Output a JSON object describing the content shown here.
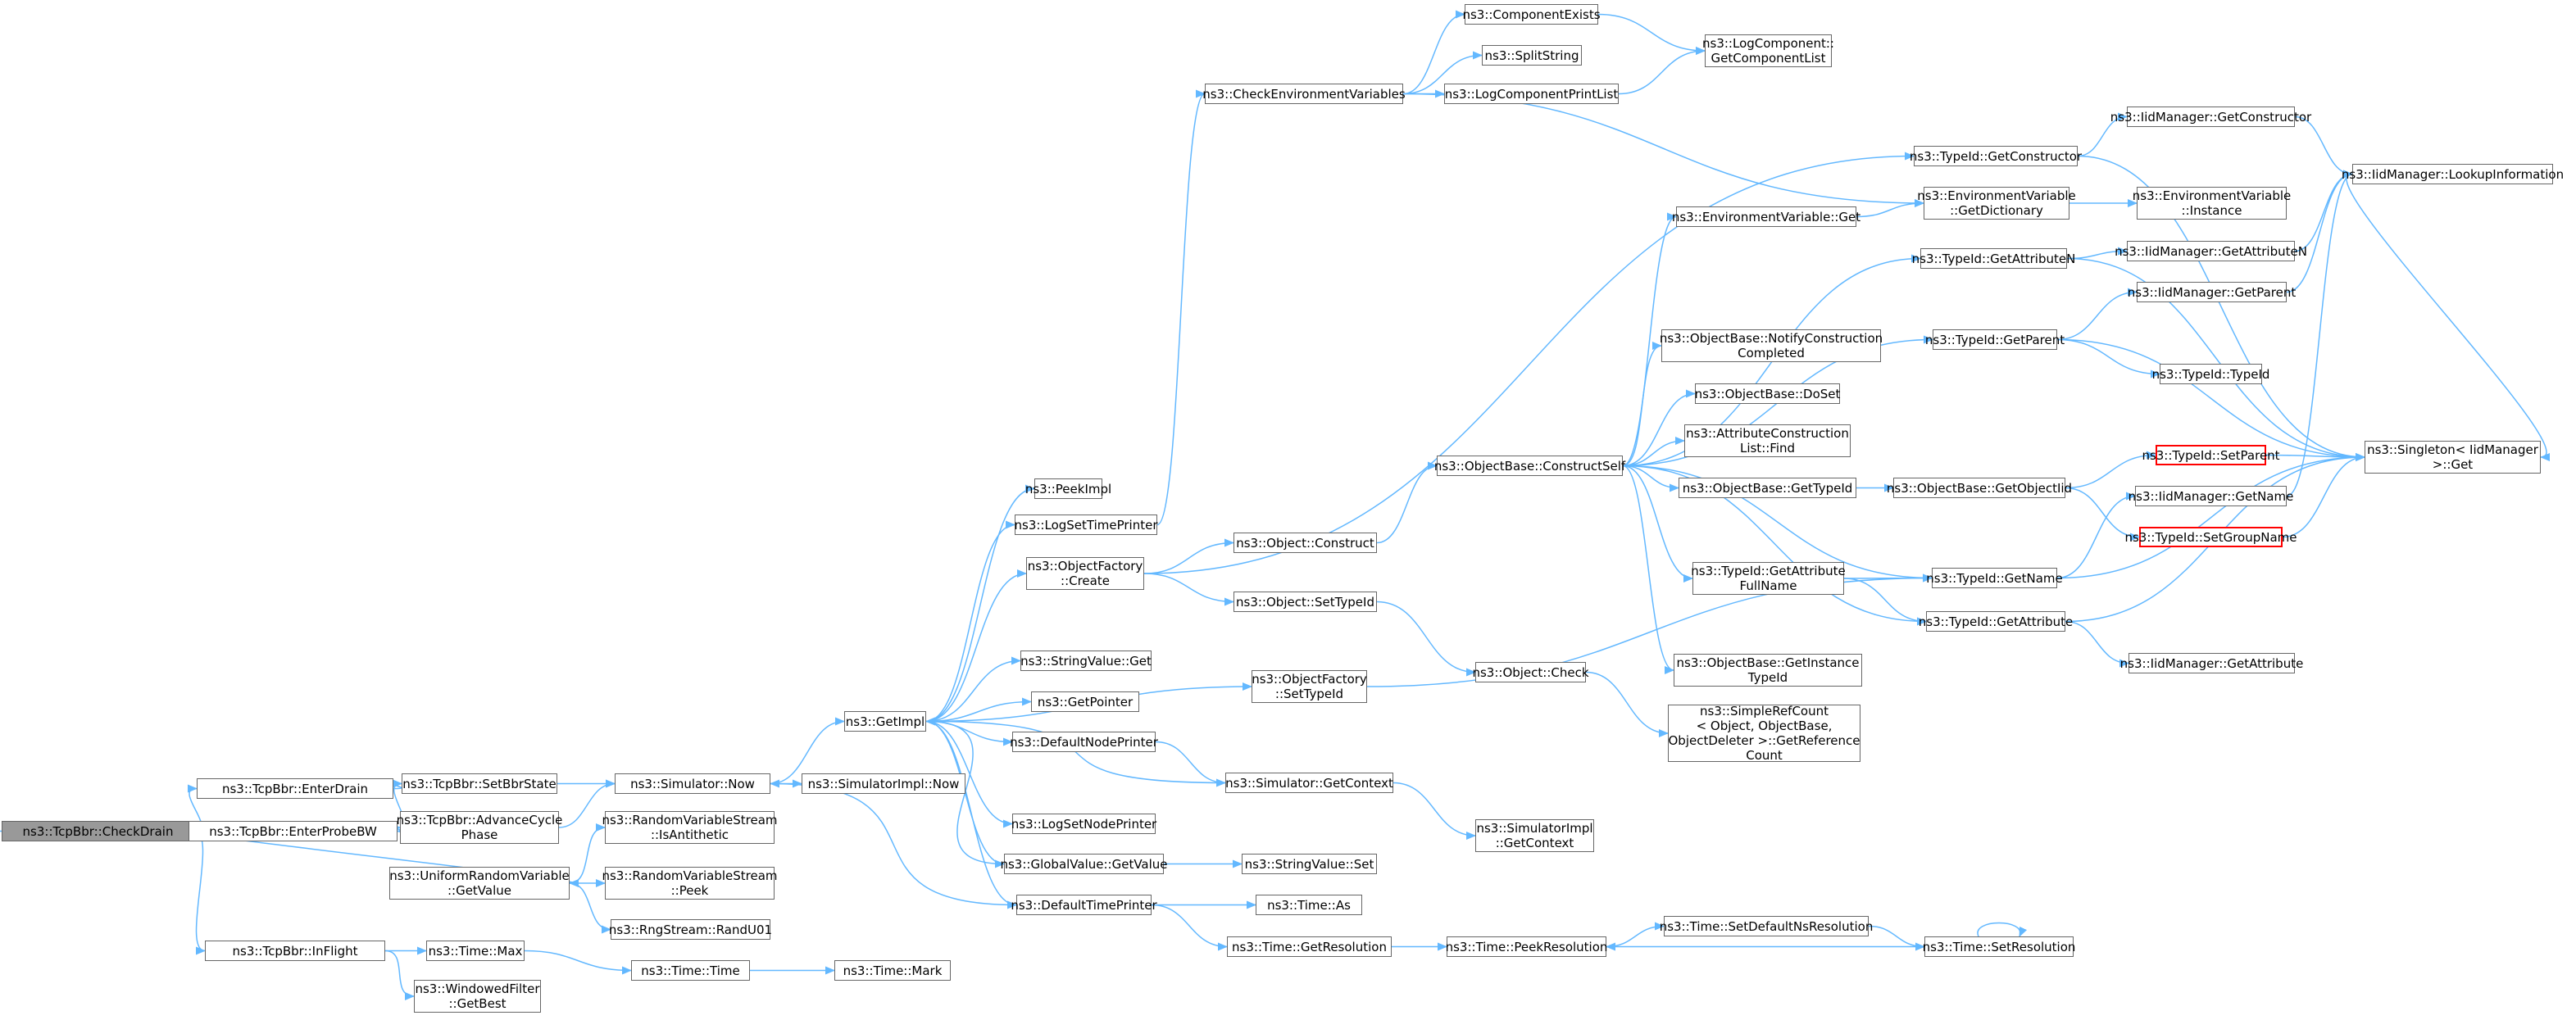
{
  "colors": {
    "edge": "#63b8ff",
    "border": "#666666",
    "root_fill": "#999999",
    "highlight_border": "#ff0000"
  },
  "nodes": [
    {
      "id": "checkdrain",
      "lines": [
        "ns3::TcpBbr::CheckDrain"
      ],
      "root": true
    },
    {
      "id": "enterdrain",
      "lines": [
        "ns3::TcpBbr::EnterDrain"
      ]
    },
    {
      "id": "enterprobebw",
      "lines": [
        "ns3::TcpBbr::EnterProbeBW"
      ]
    },
    {
      "id": "inflight",
      "lines": [
        "ns3::TcpBbr::InFlight"
      ]
    },
    {
      "id": "setbbrstate",
      "lines": [
        "ns3::TcpBbr::SetBbrState"
      ]
    },
    {
      "id": "advancecycle",
      "lines": [
        "ns3::TcpBbr::AdvanceCycle",
        "Phase"
      ]
    },
    {
      "id": "urvgetvalue",
      "lines": [
        "ns3::UniformRandomVariable",
        "::GetValue"
      ]
    },
    {
      "id": "timemax",
      "lines": [
        "ns3::Time::Max"
      ]
    },
    {
      "id": "windowedfilter",
      "lines": [
        "ns3::WindowedFilter",
        "::GetBest"
      ]
    },
    {
      "id": "simnow",
      "lines": [
        "ns3::Simulator::Now"
      ]
    },
    {
      "id": "isantithetic",
      "lines": [
        "ns3::RandomVariableStream",
        "::IsAntithetic"
      ]
    },
    {
      "id": "rvspeek",
      "lines": [
        "ns3::RandomVariableStream",
        "::Peek"
      ]
    },
    {
      "id": "randu01",
      "lines": [
        "ns3::RngStream::RandU01"
      ]
    },
    {
      "id": "timetime",
      "lines": [
        "ns3::Time::Time"
      ]
    },
    {
      "id": "timemark",
      "lines": [
        "ns3::Time::Mark"
      ]
    },
    {
      "id": "getimpl",
      "lines": [
        "ns3::GetImpl"
      ]
    },
    {
      "id": "simimplnow",
      "lines": [
        "ns3::SimulatorImpl::Now"
      ]
    },
    {
      "id": "peekimpl",
      "lines": [
        "ns3::PeekImpl"
      ]
    },
    {
      "id": "logsettimeprinter",
      "lines": [
        "ns3::LogSetTimePrinter"
      ]
    },
    {
      "id": "objfactorycreate",
      "lines": [
        "ns3::ObjectFactory",
        "::Create"
      ]
    },
    {
      "id": "stringvalueget",
      "lines": [
        "ns3::StringValue::Get"
      ]
    },
    {
      "id": "getpointer",
      "lines": [
        "ns3::GetPointer"
      ]
    },
    {
      "id": "defaultnodeprinter",
      "lines": [
        "ns3::DefaultNodePrinter"
      ]
    },
    {
      "id": "logsetnodeprinter",
      "lines": [
        "ns3::LogSetNodePrinter"
      ]
    },
    {
      "id": "globalvaluegetvalue",
      "lines": [
        "ns3::GlobalValue::GetValue"
      ]
    },
    {
      "id": "defaulttimeprinter",
      "lines": [
        "ns3::DefaultTimePrinter"
      ]
    },
    {
      "id": "checkenv",
      "lines": [
        "ns3::CheckEnvironmentVariables"
      ]
    },
    {
      "id": "objconstruct",
      "lines": [
        "ns3::Object::Construct"
      ]
    },
    {
      "id": "objsettypeid",
      "lines": [
        "ns3::Object::SetTypeId"
      ]
    },
    {
      "id": "objfactorysettypeid",
      "lines": [
        "ns3::ObjectFactory",
        "::SetTypeId"
      ]
    },
    {
      "id": "simgetcontext",
      "lines": [
        "ns3::Simulator::GetContext"
      ]
    },
    {
      "id": "stringvalueset",
      "lines": [
        "ns3::StringValue::Set"
      ]
    },
    {
      "id": "timeas",
      "lines": [
        "ns3::Time::As"
      ]
    },
    {
      "id": "timegetresolution",
      "lines": [
        "ns3::Time::GetResolution"
      ]
    },
    {
      "id": "componentexists",
      "lines": [
        "ns3::ComponentExists"
      ]
    },
    {
      "id": "splitstring",
      "lines": [
        "ns3::SplitString"
      ]
    },
    {
      "id": "logcomponentprintlist",
      "lines": [
        "ns3::LogComponentPrintList"
      ]
    },
    {
      "id": "getcomponentlist",
      "lines": [
        "ns3::LogComponent::",
        "GetComponentList"
      ]
    },
    {
      "id": "constructself",
      "lines": [
        "ns3::ObjectBase::ConstructSelf"
      ]
    },
    {
      "id": "objcheck",
      "lines": [
        "ns3::Object::Check"
      ]
    },
    {
      "id": "simimplgetcontext",
      "lines": [
        "ns3::SimulatorImpl",
        "::GetContext"
      ]
    },
    {
      "id": "simplerefcount",
      "lines": [
        "ns3::SimpleRefCount",
        "< Object, ObjectBase,",
        "ObjectDeleter >::GetReference",
        "Count"
      ]
    },
    {
      "id": "peekresolution",
      "lines": [
        "ns3::Time::PeekResolution"
      ]
    },
    {
      "id": "setdefaultnsresolution",
      "lines": [
        "ns3::Time::SetDefaultNsResolution"
      ]
    },
    {
      "id": "setresolution",
      "lines": [
        "ns3::Time::SetResolution"
      ]
    },
    {
      "id": "envvarget",
      "lines": [
        "ns3::EnvironmentVariable::Get"
      ]
    },
    {
      "id": "notifyconstruction",
      "lines": [
        "ns3::ObjectBase::NotifyConstruction",
        "Completed"
      ]
    },
    {
      "id": "doset",
      "lines": [
        "ns3::ObjectBase::DoSet"
      ]
    },
    {
      "id": "attrconstructionfind",
      "lines": [
        "ns3::AttributeConstruction",
        "List::Find"
      ]
    },
    {
      "id": "objbasegettypeid",
      "lines": [
        "ns3::ObjectBase::GetTypeId"
      ]
    },
    {
      "id": "typeidgetattributefullname",
      "lines": [
        "ns3::TypeId::GetAttribute",
        "FullName"
      ]
    },
    {
      "id": "getinstancetypeid",
      "lines": [
        "ns3::ObjectBase::GetInstance",
        "TypeId"
      ]
    },
    {
      "id": "getobjectiid",
      "lines": [
        "ns3::ObjectBase::GetObjectIid"
      ]
    },
    {
      "id": "typeidgetconstructor",
      "lines": [
        "ns3::TypeId::GetConstructor"
      ]
    },
    {
      "id": "envvargetdictionary",
      "lines": [
        "ns3::EnvironmentVariable",
        "::GetDictionary"
      ]
    },
    {
      "id": "typeidgetattributen",
      "lines": [
        "ns3::TypeId::GetAttributeN"
      ]
    },
    {
      "id": "typeidgetparent",
      "lines": [
        "ns3::TypeId::GetParent"
      ]
    },
    {
      "id": "typeidgetname",
      "lines": [
        "ns3::TypeId::GetName"
      ]
    },
    {
      "id": "typeidgetattribute",
      "lines": [
        "ns3::TypeId::GetAttribute"
      ]
    },
    {
      "id": "iidgetconstructor",
      "lines": [
        "ns3::IidManager::GetConstructor"
      ]
    },
    {
      "id": "envvarinstance",
      "lines": [
        "ns3::EnvironmentVariable",
        "::Instance"
      ]
    },
    {
      "id": "iidgetattributen",
      "lines": [
        "ns3::IidManager::GetAttributeN"
      ]
    },
    {
      "id": "iidgetparent",
      "lines": [
        "ns3::IidManager::GetParent"
      ]
    },
    {
      "id": "typeidtypeid",
      "lines": [
        "ns3::TypeId::TypeId"
      ]
    },
    {
      "id": "typeidsetparent",
      "lines": [
        "ns3::TypeId::SetParent"
      ],
      "red": true
    },
    {
      "id": "iidgetname",
      "lines": [
        "ns3::IidManager::GetName"
      ]
    },
    {
      "id": "typeidsetgroupname",
      "lines": [
        "ns3::TypeId::SetGroupName"
      ],
      "red": true
    },
    {
      "id": "iidgetattribute",
      "lines": [
        "ns3::IidManager::GetAttribute"
      ]
    },
    {
      "id": "iidlookupinformation",
      "lines": [
        "ns3::IidManager::LookupInformation"
      ]
    },
    {
      "id": "singletonget",
      "lines": [
        "ns3::Singleton< IidManager",
        ">::Get"
      ]
    }
  ],
  "edges": [
    [
      "checkdrain",
      "enterdrain"
    ],
    [
      "checkdrain",
      "enterprobebw"
    ],
    [
      "checkdrain",
      "inflight"
    ],
    [
      "enterdrain",
      "setbbrstate"
    ],
    [
      "enterprobebw",
      "setbbrstate"
    ],
    [
      "enterprobebw",
      "advancecycle"
    ],
    [
      "enterprobebw",
      "urvgetvalue"
    ],
    [
      "inflight",
      "timemax"
    ],
    [
      "inflight",
      "windowedfilter"
    ],
    [
      "setbbrstate",
      "simnow"
    ],
    [
      "advancecycle",
      "simnow"
    ],
    [
      "urvgetvalue",
      "isantithetic"
    ],
    [
      "urvgetvalue",
      "rvspeek"
    ],
    [
      "urvgetvalue",
      "randu01"
    ],
    [
      "timemax",
      "timetime"
    ],
    [
      "timetime",
      "timemark"
    ],
    [
      "simnow",
      "getimpl"
    ],
    [
      "simnow",
      "simimplnow"
    ],
    [
      "getimpl",
      "peekimpl"
    ],
    [
      "getimpl",
      "logsettimeprinter"
    ],
    [
      "getimpl",
      "objfactorycreate"
    ],
    [
      "getimpl",
      "objfactorysettypeid"
    ],
    [
      "getimpl",
      "stringvalueget"
    ],
    [
      "getimpl",
      "getpointer"
    ],
    [
      "getimpl",
      "defaultnodeprinter"
    ],
    [
      "getimpl",
      "logsetnodeprinter"
    ],
    [
      "getimpl",
      "globalvaluegetvalue"
    ],
    [
      "getimpl",
      "defaulttimeprinter"
    ],
    [
      "logsettimeprinter",
      "checkenv"
    ],
    [
      "objfactorycreate",
      "typeidgetconstructor"
    ],
    [
      "objfactorycreate",
      "objconstruct"
    ],
    [
      "objfactorycreate",
      "objsettypeid"
    ],
    [
      "defaultnodeprinter",
      "simgetcontext"
    ],
    [
      "simgetcontext",
      "getimpl"
    ],
    [
      "simgetcontext",
      "simimplgetcontext"
    ],
    [
      "globalvaluegetvalue",
      "getimpl"
    ],
    [
      "globalvaluegetvalue",
      "stringvalueset"
    ],
    [
      "defaulttimeprinter",
      "simnow"
    ],
    [
      "defaulttimeprinter",
      "timeas"
    ],
    [
      "defaulttimeprinter",
      "timegetresolution"
    ],
    [
      "objfactorysettypeid",
      "typeidgetname"
    ],
    [
      "checkenv",
      "componentexists"
    ],
    [
      "checkenv",
      "splitstring"
    ],
    [
      "checkenv",
      "logcomponentprintlist"
    ],
    [
      "checkenv",
      "envvargetdictionary"
    ],
    [
      "componentexists",
      "getcomponentlist"
    ],
    [
      "logcomponentprintlist",
      "getcomponentlist"
    ],
    [
      "objconstruct",
      "constructself"
    ],
    [
      "objsettypeid",
      "objcheck"
    ],
    [
      "objcheck",
      "simplerefcount"
    ],
    [
      "timegetresolution",
      "peekresolution"
    ],
    [
      "peekresolution",
      "setdefaultnsresolution"
    ],
    [
      "setdefaultnsresolution",
      "setresolution"
    ],
    [
      "setresolution",
      "peekresolution"
    ],
    [
      "setresolution",
      "setresolution"
    ],
    [
      "constructself",
      "envvarget"
    ],
    [
      "constructself",
      "typeidgetattributen"
    ],
    [
      "constructself",
      "typeidgetparent"
    ],
    [
      "constructself",
      "notifyconstruction"
    ],
    [
      "constructself",
      "doset"
    ],
    [
      "constructself",
      "attrconstructionfind"
    ],
    [
      "constructself",
      "objbasegettypeid"
    ],
    [
      "constructself",
      "typeidgetname"
    ],
    [
      "constructself",
      "typeidgetattributefullname"
    ],
    [
      "constructself",
      "typeidgetattribute"
    ],
    [
      "constructself",
      "getinstancetypeid"
    ],
    [
      "envvarget",
      "envvargetdictionary"
    ],
    [
      "objbasegettypeid",
      "getobjectiid"
    ],
    [
      "getobjectiid",
      "typeidsetparent"
    ],
    [
      "getobjectiid",
      "typeidsetgroupname"
    ],
    [
      "typeidgetattributefullname",
      "typeidgetname"
    ],
    [
      "typeidgetattributefullname",
      "typeidgetattribute"
    ],
    [
      "typeidgetconstructor",
      "iidgetconstructor"
    ],
    [
      "typeidgetconstructor",
      "singletonget"
    ],
    [
      "envvargetdictionary",
      "envvarinstance"
    ],
    [
      "typeidgetattributen",
      "iidgetattributen"
    ],
    [
      "typeidgetattributen",
      "singletonget"
    ],
    [
      "typeidgetparent",
      "iidgetparent"
    ],
    [
      "typeidgetparent",
      "typeidtypeid"
    ],
    [
      "typeidgetparent",
      "singletonget"
    ],
    [
      "typeidgetname",
      "iidgetname"
    ],
    [
      "typeidgetname",
      "singletonget"
    ],
    [
      "typeidgetattribute",
      "iidgetattribute"
    ],
    [
      "typeidgetattribute",
      "singletonget"
    ],
    [
      "typeidsetparent",
      "singletonget"
    ],
    [
      "typeidsetgroupname",
      "singletonget"
    ],
    [
      "iidgetconstructor",
      "iidlookupinformation"
    ],
    [
      "iidgetattributen",
      "iidlookupinformation"
    ],
    [
      "iidgetparent",
      "iidlookupinformation"
    ],
    [
      "iidgetname",
      "iidlookupinformation"
    ],
    [
      "iidlookupinformation",
      "singletonget"
    ]
  ]
}
